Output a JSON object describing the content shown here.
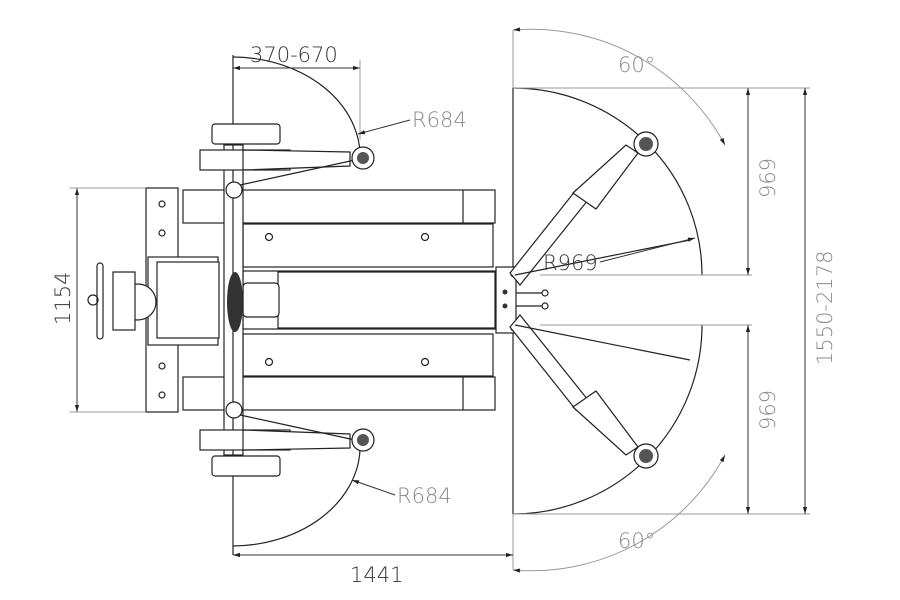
{
  "dimensions": {
    "arm_reach_range": "370-670",
    "short_arm_radius_top": "R684",
    "short_arm_radius_bottom": "R684",
    "overall_width": "1154",
    "column_offset": "1441",
    "long_arm_radius": "R969",
    "upper_half_span": "969",
    "lower_half_span": "969",
    "total_span_range": "1550-2178",
    "swing_angle_top": "60°",
    "swing_angle_bottom": "60°"
  }
}
